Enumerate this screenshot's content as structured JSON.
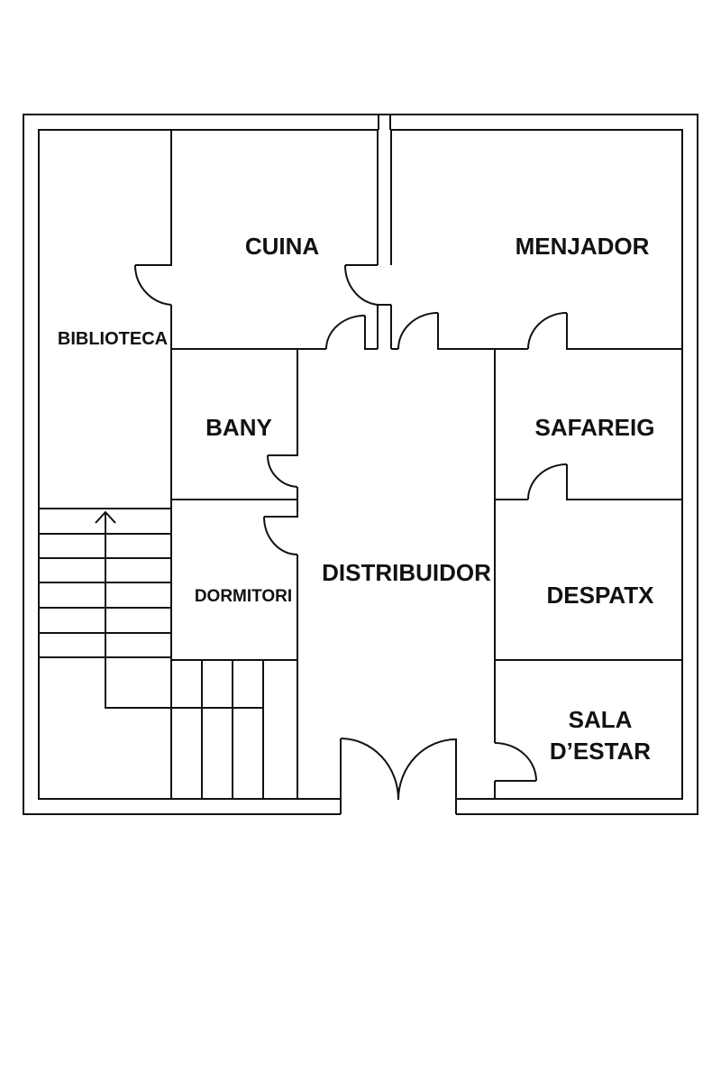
{
  "plan": {
    "rooms": {
      "cuina": "CUINA",
      "menjador": "MENJADOR",
      "biblioteca": "BIBLIOTECA",
      "bany": "BANY",
      "safareig": "SAFAREIG",
      "dormitori": "DORMITORI",
      "distribuidor": "DISTRIBUIDOR",
      "despatx": "DESPATX",
      "sala_line1": "SALA",
      "sala_line2": "D’ESTAR"
    },
    "colors": {
      "line": "#111111",
      "background": "#ffffff"
    }
  }
}
